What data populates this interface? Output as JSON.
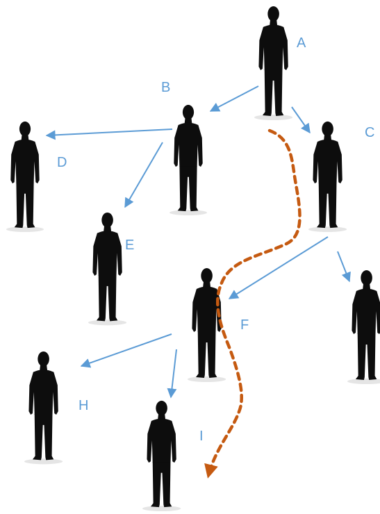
{
  "nodes": [
    {
      "id": "A",
      "label": "A"
    },
    {
      "id": "B",
      "label": "B"
    },
    {
      "id": "C",
      "label": "C"
    },
    {
      "id": "D",
      "label": "D"
    },
    {
      "id": "E",
      "label": "E"
    },
    {
      "id": "F",
      "label": "F"
    },
    {
      "id": "G",
      "label": ""
    },
    {
      "id": "H",
      "label": "H"
    },
    {
      "id": "I",
      "label": "I"
    }
  ],
  "edges": [
    {
      "from": "A",
      "to": "B"
    },
    {
      "from": "A",
      "to": "C"
    },
    {
      "from": "B",
      "to": "D"
    },
    {
      "from": "B",
      "to": "E"
    },
    {
      "from": "C",
      "to": "F"
    },
    {
      "from": "C",
      "to": "G"
    },
    {
      "from": "F",
      "to": "H"
    },
    {
      "from": "F",
      "to": "I"
    }
  ],
  "highlighted_path": [
    "A",
    "C",
    "F",
    "I"
  ],
  "colors": {
    "edge": "#5b9bd5",
    "label": "#5b9bd5",
    "path": "#c55a11",
    "figure": "#0d0d0d"
  },
  "icons": {
    "figure": "person-silhouette-icon"
  }
}
